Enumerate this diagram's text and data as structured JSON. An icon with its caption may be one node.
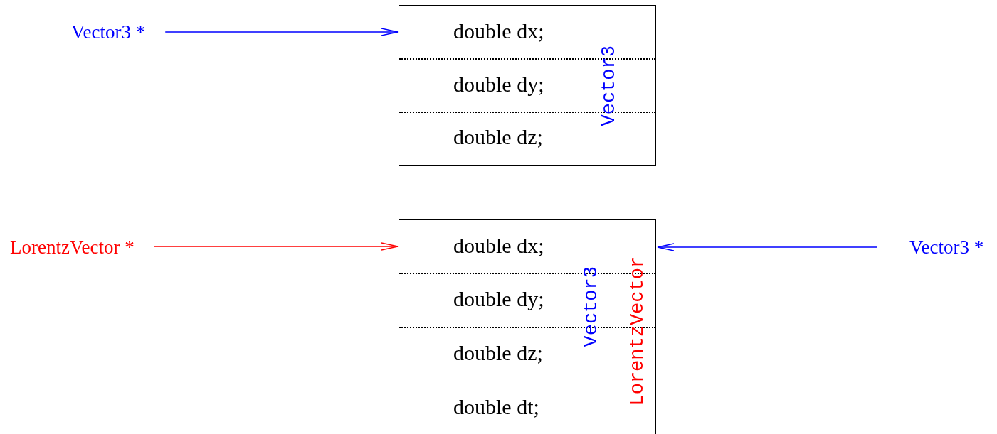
{
  "diagram": {
    "nodes": [
      {
        "text": [
          "Vector3 *"
        ]
      },
      {
        "text": [
          "Vector3"
        ]
      },
      {
        "text": [
          "double dx;"
        ],
        "in": 1
      },
      {
        "text": [
          "double dy;"
        ],
        "in": 1
      },
      {
        "text": [
          "double dz;"
        ],
        "in": 1
      },
      {
        "text": [
          "LorentzVector *"
        ]
      },
      {
        "text": [
          "LorentzVector"
        ]
      },
      {
        "text": [
          "Vector3"
        ],
        "in": 6
      },
      {
        "text": [
          "double dx;"
        ],
        "in": 7
      },
      {
        "text": [
          "double dy;"
        ],
        "in": 7
      },
      {
        "text": [
          "double dz;"
        ],
        "in": 7
      },
      {
        "text": [
          "double dt;"
        ],
        "in": 6
      },
      {
        "text": [
          "Vector3 *"
        ]
      }
    ],
    "edges": [
      {
        "from": 0,
        "to": 1,
        "arrow": "to"
      },
      {
        "from": 5,
        "to": 6,
        "arrow": "to",
        "color": "#ff0000"
      },
      {
        "from": 12,
        "to": 7,
        "arrow": "to"
      }
    ]
  }
}
